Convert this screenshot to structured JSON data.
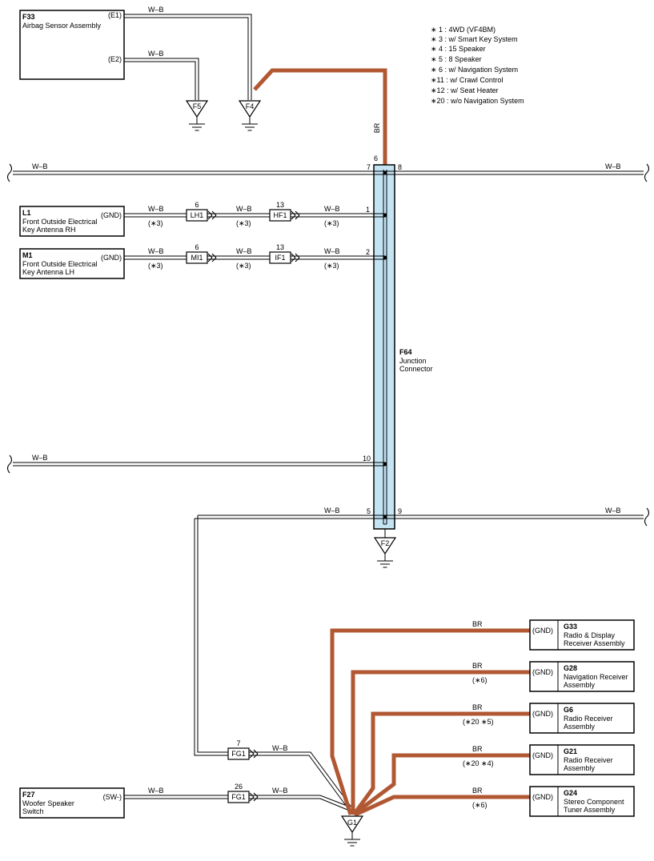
{
  "legend": [
    "∗ 1 : 4WD (VF4BM)",
    "∗ 3 : w/ Smart Key System",
    "∗ 4 : 15 Speaker",
    "∗ 5 : 8 Speaker",
    "∗ 6 : w/ Navigation System",
    "∗11 : w/ Crawl Control",
    "∗12 : w/ Seat Heater",
    "∗20 : w/o Navigation System"
  ],
  "components": {
    "f33": {
      "id": "F33",
      "name": "Airbag Sensor Assembly",
      "pin1": "(E1)",
      "pin2": "(E2)"
    },
    "l1": {
      "id": "L1",
      "line1": "Front Outside Electrical",
      "line2": "Key Antenna RH",
      "pin": "(GND)"
    },
    "m1": {
      "id": "M1",
      "line1": "Front Outside Electrical",
      "line2": "Key Antenna LH",
      "pin": "(GND)"
    },
    "f64": {
      "id": "F64",
      "line1": "Junction",
      "line2": "Connector"
    },
    "f27": {
      "id": "F27",
      "line1": "Woofer Speaker",
      "line2": "Switch",
      "pin": "(SW-)"
    },
    "g33": {
      "id": "G33",
      "line1": "Radio & Display",
      "line2": "Receiver Assembly",
      "pin": "(GND)"
    },
    "g28": {
      "id": "G28",
      "line1": "Navigation Receiver",
      "line2": "Assembly",
      "pin": "(GND)"
    },
    "g6": {
      "id": "G6",
      "line1": "Radio Receiver",
      "line2": "Assembly",
      "pin": "(GND)"
    },
    "g21": {
      "id": "G21",
      "line1": "Radio Receiver",
      "line2": "Assembly",
      "pin": "(GND)"
    },
    "g24": {
      "id": "G24",
      "line1": "Stereo Component",
      "line2": "Tuner Assembly",
      "pin": "(GND)"
    }
  },
  "grounds": {
    "f5": "F5",
    "f4": "F4",
    "f2": "F2",
    "g1": "G1"
  },
  "connectors": {
    "lh1": "LH1",
    "hf1": "HF1",
    "mi1": "MI1",
    "if1": "IF1",
    "fg1a": "FG1",
    "fg1b": "FG1",
    "lh1_pin": "6",
    "hf1_pin": "13",
    "mi1_pin": "6",
    "if1_pin": "13",
    "fg1a_pin": "7",
    "fg1b_pin": "26"
  },
  "pins": {
    "p6": "6",
    "p7": "7",
    "p8": "8",
    "p1": "1",
    "p2": "2",
    "p10": "10",
    "p5": "5",
    "p9": "9"
  },
  "wires": {
    "wb": "W–B",
    "br": "BR"
  },
  "conditions": {
    "c3": "(∗3)",
    "c6": "(∗6)",
    "c20_5": "(∗20 ∗5)",
    "c20_4": "(∗20 ∗4)"
  },
  "colors": {
    "br_wire": "#b15833",
    "junction_fill": "#c4e4f4",
    "wire": "#000000"
  }
}
